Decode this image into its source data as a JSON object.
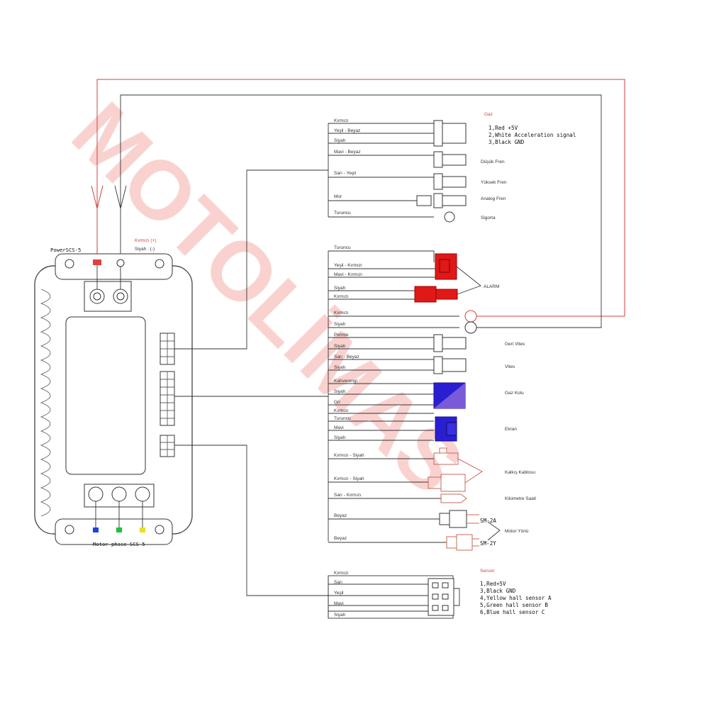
{
  "watermark": "MOTOLİMAS",
  "controller": {
    "power_label": "PowerSCS-5",
    "motor_label": "Motor phase SCS-5",
    "plus_label": "Kırmızı (+)",
    "minus_label": "Siyah : (-)"
  },
  "throttle_group": {
    "title": "Gaz",
    "legend": [
      "1,Red +5V",
      "2,White Acceleration signal",
      "3,Black GND"
    ],
    "wires": [
      "Kırmızı",
      "Yeşil - Beyaz",
      "Siyah",
      "Mavi - Beyaz",
      "Sarı - Yeşil",
      "Mor",
      "Turuncu"
    ],
    "connectors": [
      "Düşük Fren",
      "Yüksek Fren",
      "Analog Fren",
      "Sigorta"
    ]
  },
  "alarm_group": {
    "wires": [
      "Turuncu",
      "Yeşil - Kırmızı",
      "Mavi - Kırmızı",
      "Siyah",
      "Kırmızı",
      "Kırmızı",
      "Siyah",
      "Pembe",
      "Siyah",
      "Sarı - Beyaz",
      "Siyah",
      "Kahverengi",
      "Siyah",
      "Gri",
      "Kırmızı",
      "Turuncu",
      "Mavi",
      "Siyah",
      "Kırmızı - Siyah",
      "Kırmızı - Siyah",
      "Sarı - Kırmızı",
      "Beyaz",
      "Beyaz"
    ],
    "connectors": [
      "ALARM",
      "Geri Vites",
      "Vites",
      "Gaz Kolu",
      "Ekran",
      "Kalkış Kablosu",
      "Kilometre Saati",
      "Motor Yönü"
    ],
    "motor_dir_pins": [
      "SM-2A",
      "SM-2Y"
    ]
  },
  "sensor_group": {
    "title": "Sensor",
    "wires": [
      "Kırmızı",
      "Sarı",
      "Yeşil",
      "Mavi",
      "Siyah"
    ],
    "legend": [
      "1,Red+5V",
      "3,Black GND",
      "4,Yellow hall sensor A",
      "5,Green hall sensor B",
      "6,Blue hall sensor C"
    ]
  },
  "colors": {
    "red_wire": "#d04040",
    "alarm_connector": "#e01818",
    "throttle_connector": "#2a1fd0",
    "display_connector": "#2a1fd0",
    "salmon": "#c86a58"
  }
}
